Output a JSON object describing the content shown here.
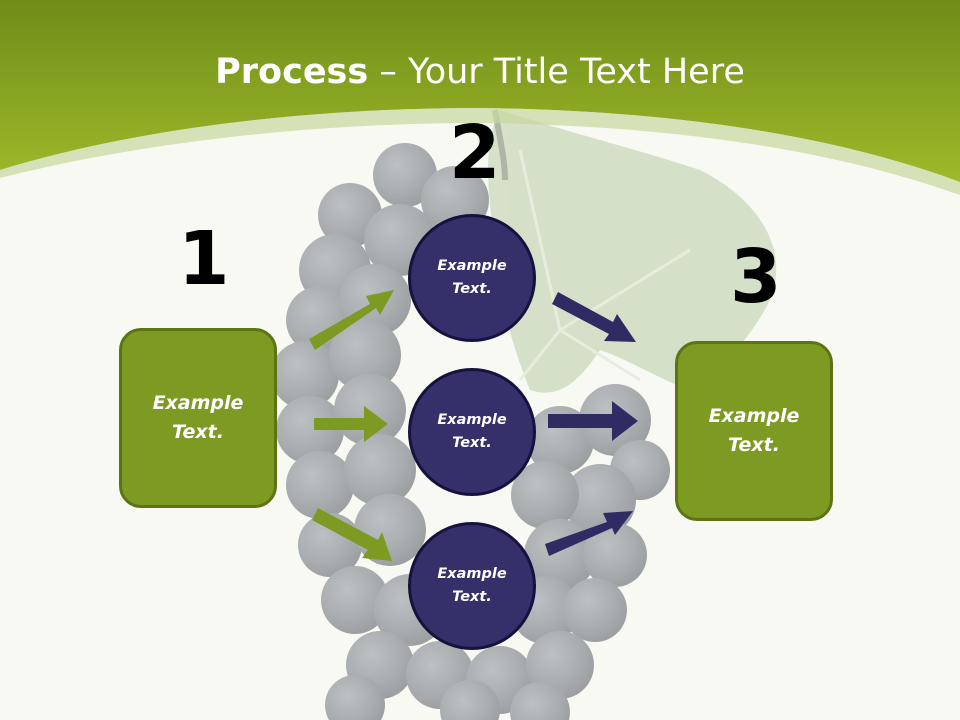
{
  "title": {
    "bold": "Process",
    "rest": " – Your Title Text Here"
  },
  "steps": [
    {
      "number": "1",
      "label": "Example Text."
    },
    {
      "number": "2",
      "labels": [
        "Example Text.",
        "Example Text.",
        "Example Text."
      ]
    },
    {
      "number": "3",
      "label": "Example Text."
    }
  ],
  "colors": {
    "header_green": "#8fb020",
    "box_green": "#7d9a23",
    "circle_navy": "#35306a",
    "arrow_navy": "#2f2b63"
  }
}
